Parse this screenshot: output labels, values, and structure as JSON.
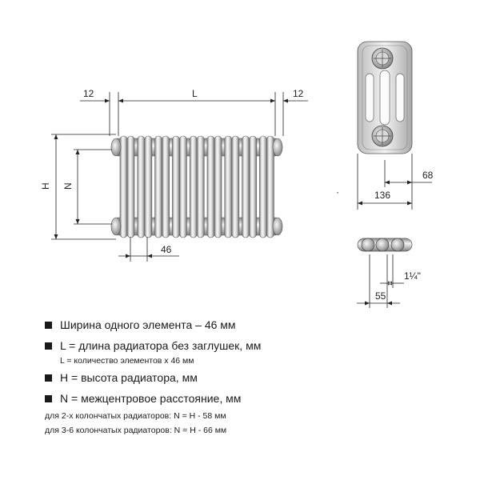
{
  "dimensions": {
    "gap_left": "12",
    "length": "L",
    "gap_right": "12",
    "height": "H",
    "center_distance": "N",
    "element_width": "46",
    "depth_half": "68",
    "depth": "136",
    "thread": "1¼\"",
    "pipe_spacing": "55"
  },
  "legend": {
    "items": [
      {
        "text": "Ширина одного элемента – 46 мм"
      },
      {
        "text": "L = длина радиатора без заглушек, мм",
        "note": "L = количество элементов х 46 мм"
      },
      {
        "text": "H = высота радиатора, мм"
      },
      {
        "text": "N = межцентровое расстояние, мм",
        "notes": [
          "для 2-х колончатых радиаторов: N = H - 58 мм",
          "для 3-6 колончатых радиаторов: N = H - 66 мм"
        ]
      }
    ]
  },
  "colors": {
    "metal_light": "#f4f4f4",
    "metal_dark": "#7a7a7a",
    "line": "#222222"
  }
}
